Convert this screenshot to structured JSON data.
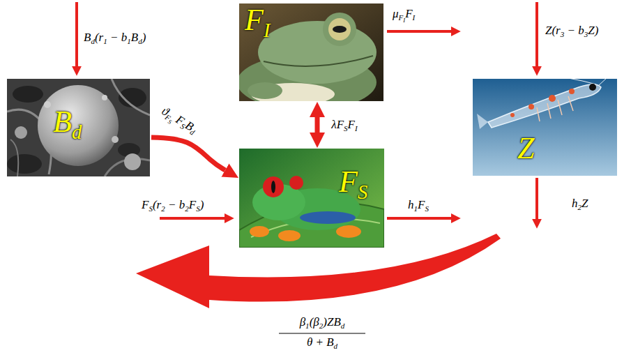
{
  "diagram": {
    "nodes": [
      {
        "text": [
          "FI"
        ]
      },
      {
        "text": [
          "Bd"
        ]
      },
      {
        "text": [
          "Z"
        ]
      },
      {
        "text": [
          "FS"
        ]
      }
    ],
    "edges": [
      {
        "from": 1,
        "to": 3,
        "arrow": "to",
        "label": "ϑFS FSBd"
      },
      {
        "from": 0,
        "to": 3,
        "arrow": "both",
        "label": "λFSFI"
      }
    ],
    "labels": [
      "Bd(r1 − b1Bd)",
      "μFIFI",
      "Z(r3 − b3Z)",
      "FS(r2 − b2FS)",
      "h1FS",
      "h2Z",
      "β1(β2)ZBd",
      "θ + Bd"
    ]
  }
}
